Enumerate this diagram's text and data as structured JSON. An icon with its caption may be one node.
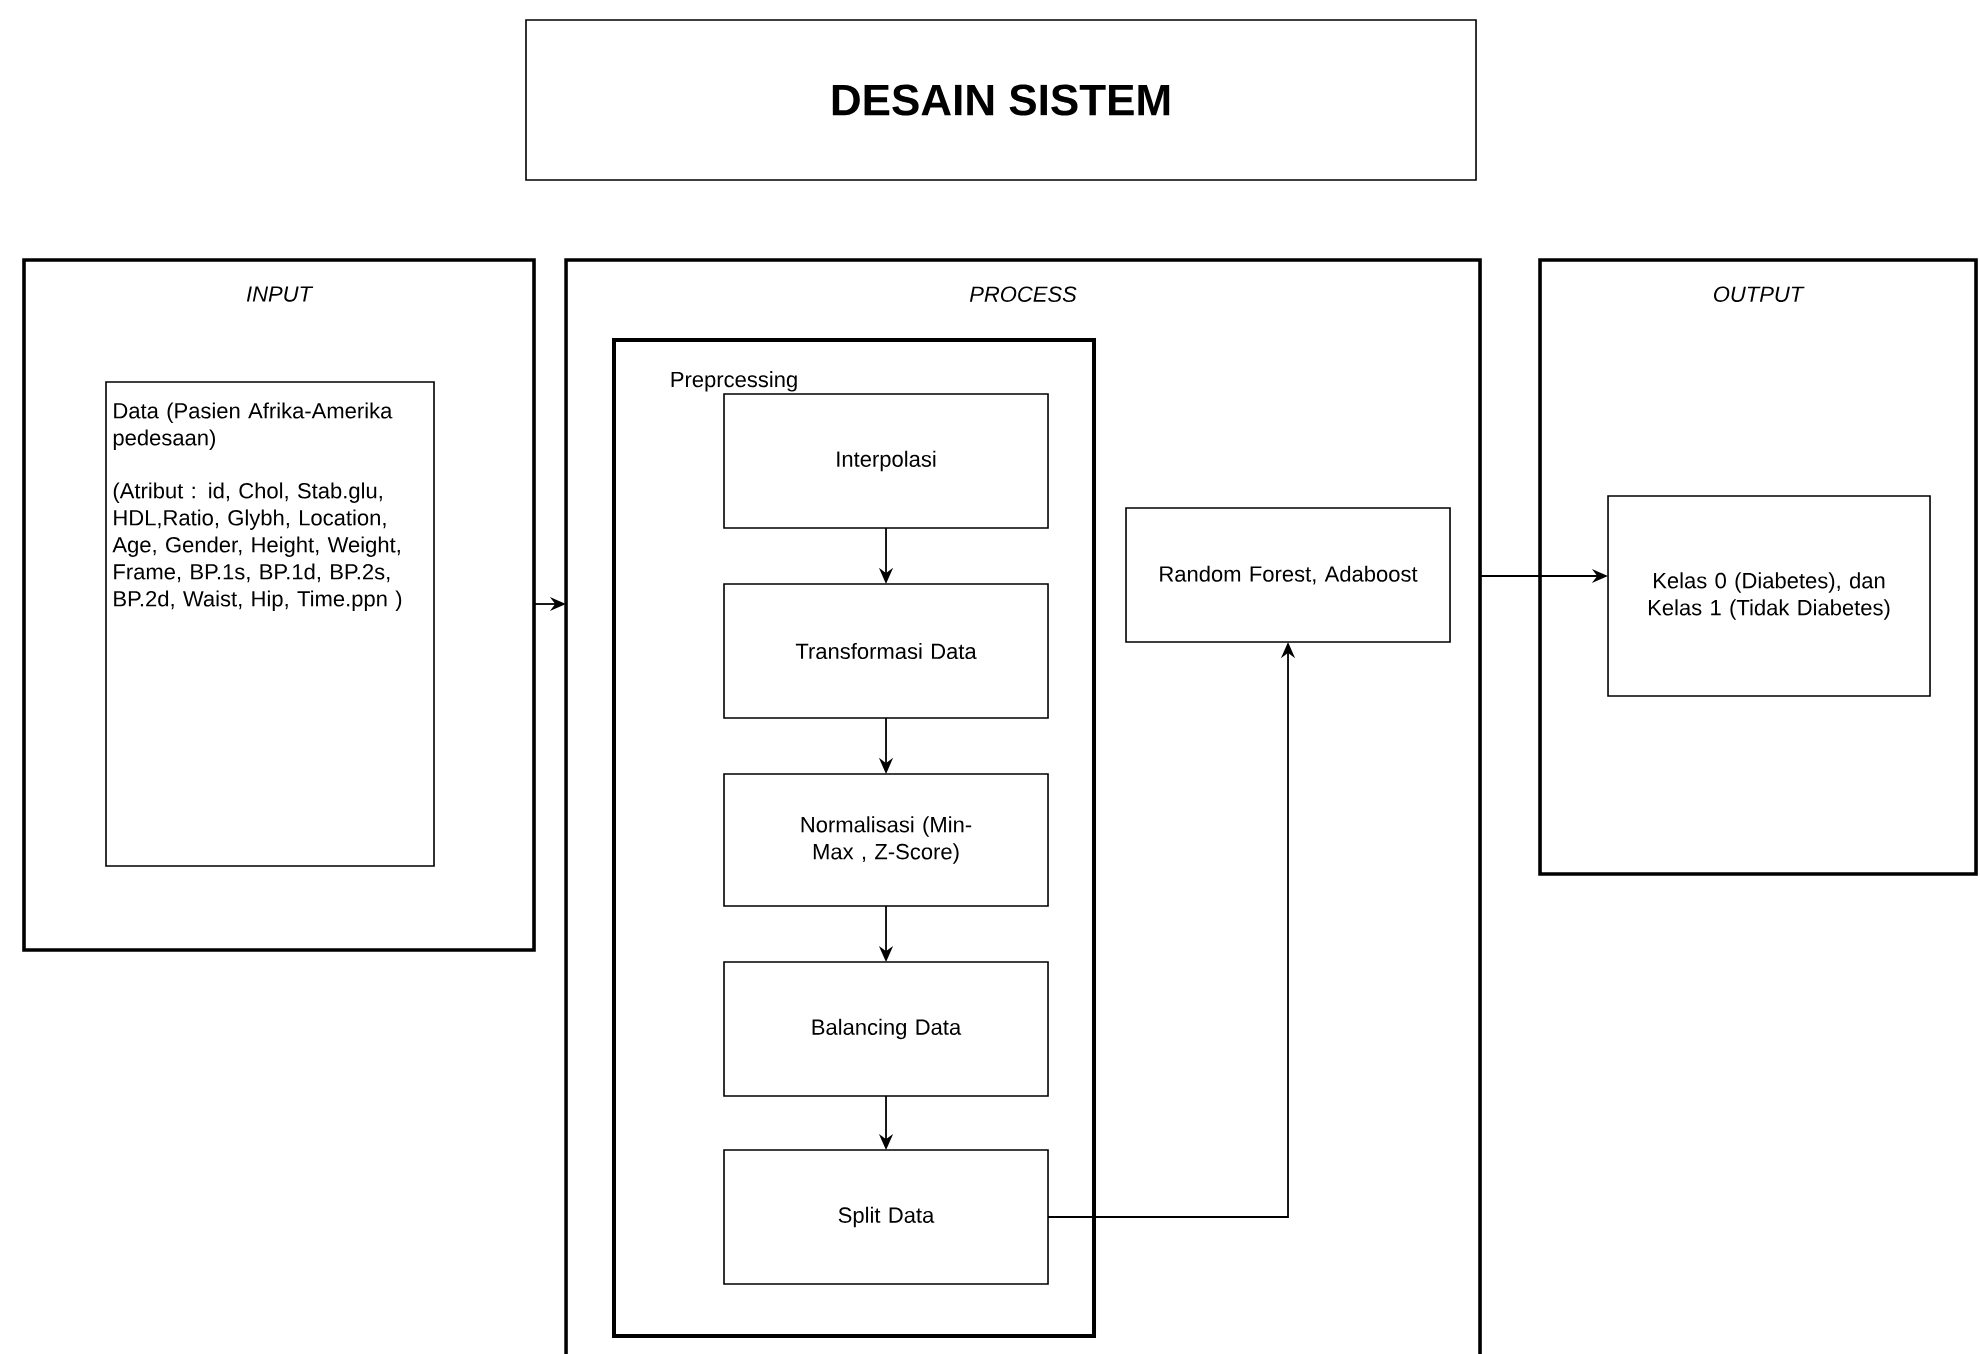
{
  "diagram": {
    "nodes": [
      {
        "text": [
          "DESAIN SISTEM"
        ]
      },
      {
        "text": [
          "INPUT"
        ]
      },
      {
        "text": [
          "Data (Pasien Afrika-Amerika pedesaan)",
          "(Atribut : id, Chol, Stab.glu, HDL,Ratio, Glybh, Location, Age, Gender, Height, Weight, Frame, BP.1s, BP.1d, BP.2s, BP.2d, Waist, Hip, Time.ppn )"
        ],
        "in": 1
      },
      {
        "text": [
          "PROCESS"
        ]
      },
      {
        "text": [
          "Preprcessing"
        ],
        "in": 3
      },
      {
        "text": [
          "Interpolasi"
        ],
        "in": 4
      },
      {
        "text": [
          "Transformasi Data"
        ],
        "in": 4
      },
      {
        "text": [
          "Normalisasi (Min-Max , Z-Score)"
        ],
        "in": 4
      },
      {
        "text": [
          "Balancing Data"
        ],
        "in": 4
      },
      {
        "text": [
          "Split Data"
        ],
        "in": 4
      },
      {
        "text": [
          "Random Forest, Adaboost"
        ],
        "in": 3
      },
      {
        "text": [
          "OUTPUT"
        ]
      },
      {
        "text": [
          "Kelas 0 (Diabetes), dan Kelas 1 (Tidak Diabetes)"
        ],
        "in": 11
      }
    ],
    "edges": [
      {
        "from": 1,
        "to": 3,
        "arrow": "to"
      },
      {
        "from": 5,
        "to": 6,
        "arrow": "to"
      },
      {
        "from": 6,
        "to": 7,
        "arrow": "to"
      },
      {
        "from": 7,
        "to": 8,
        "arrow": "to"
      },
      {
        "from": 8,
        "to": 9,
        "arrow": "to"
      },
      {
        "from": 9,
        "to": 10,
        "arrow": "to"
      },
      {
        "from": 3,
        "to": 12,
        "arrow": "to"
      }
    ]
  }
}
